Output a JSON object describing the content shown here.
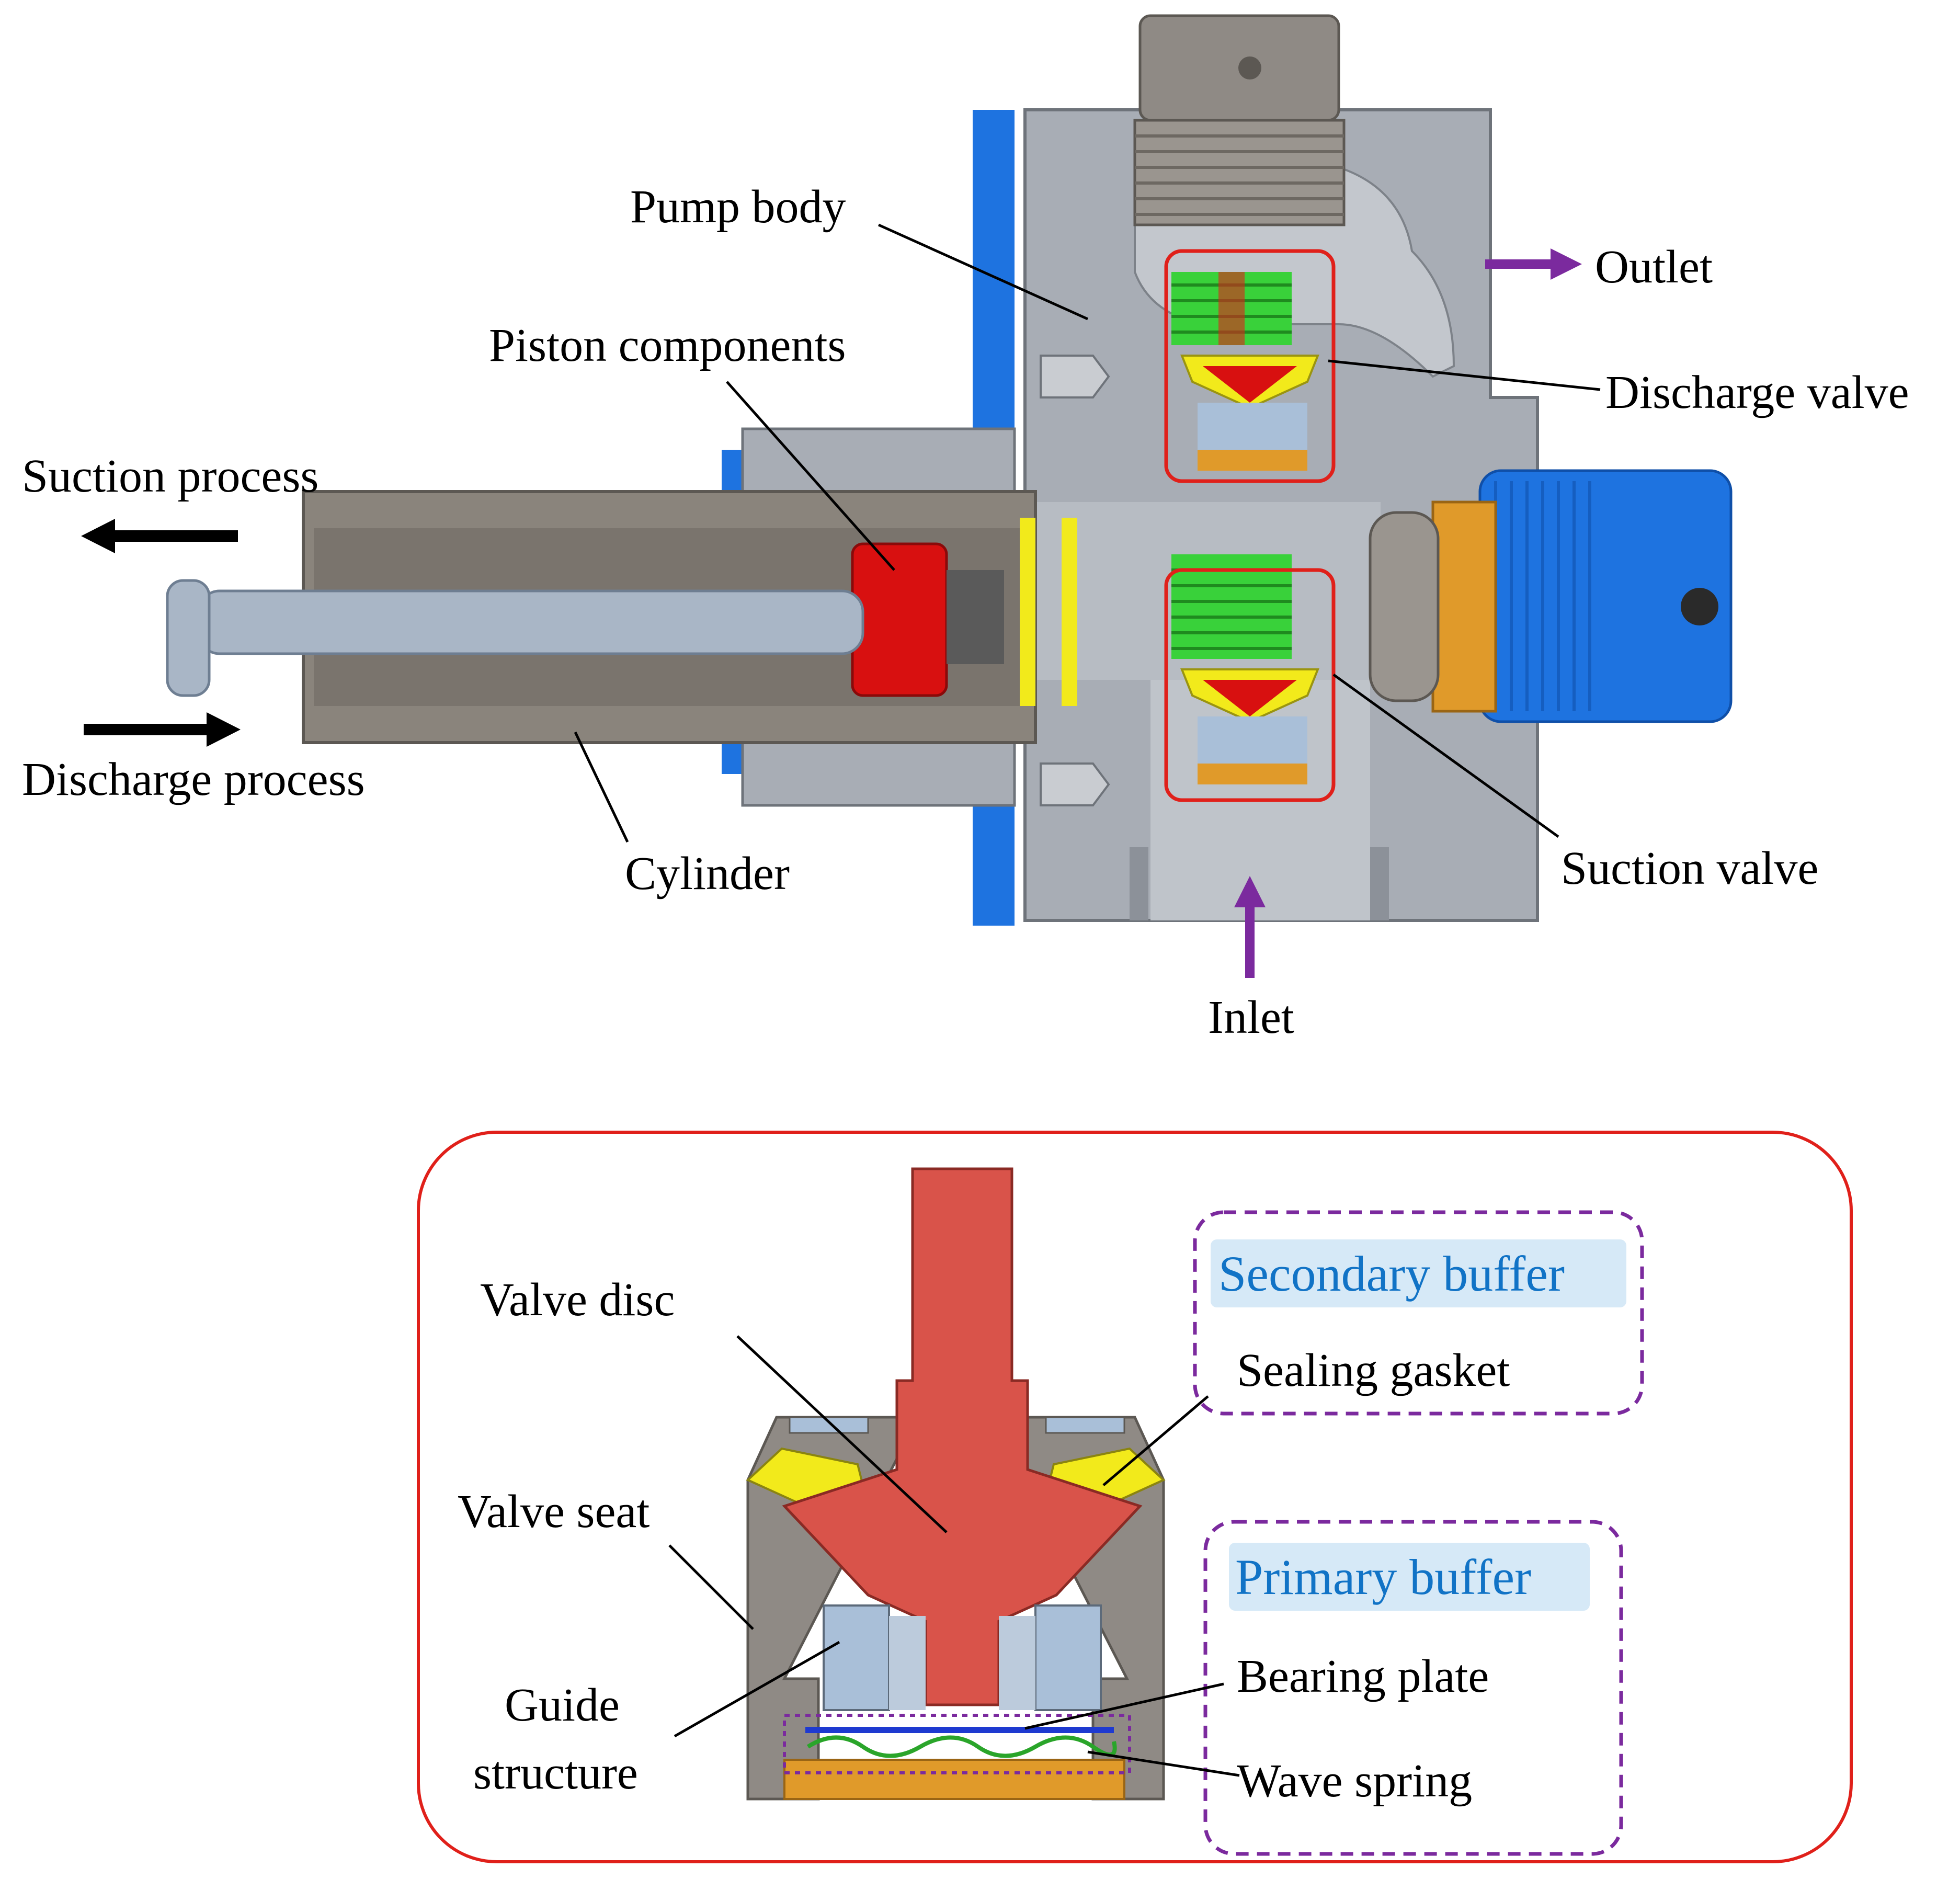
{
  "top_labels": {
    "pump_body": "Pump body",
    "outlet": "Outlet",
    "piston_components": "Piston components",
    "discharge_valve": "Discharge valve",
    "suction_process": "Suction process",
    "discharge_process": "Discharge process",
    "cylinder": "Cylinder",
    "suction_valve": "Suction valve",
    "inlet": "Inlet"
  },
  "detail_labels": {
    "valve_disc": "Valve disc",
    "valve_seat": "Valve seat",
    "guide_structure_line1": "Guide",
    "guide_structure_line2": "structure",
    "secondary_buffer": "Secondary buffer",
    "sealing_gasket": "Sealing gasket",
    "primary_buffer": "Primary buffer",
    "bearing_plate": "Bearing plate",
    "wave_spring": "Wave spring"
  },
  "colors": {
    "body_gray": "#a8adb5",
    "body_dark": "#8c9199",
    "cylinder_brown": "#8a847c",
    "blue_part": "#1e73e0",
    "spring_green": "#39d13a",
    "valve_yellow": "#f2ea1b",
    "valve_red": "#d9534a",
    "bright_red": "#d81010",
    "orange": "#e09a2a",
    "seat_gray": "#8f8a85",
    "guide_blue": "#a9bfd8",
    "flow_arrow_purple": "#7b2a9e",
    "box_red": "#e0201a",
    "buffer_purple": "#7b2a9e",
    "label_blue": "#1173c6",
    "label_bg": "#d6e9f7"
  }
}
